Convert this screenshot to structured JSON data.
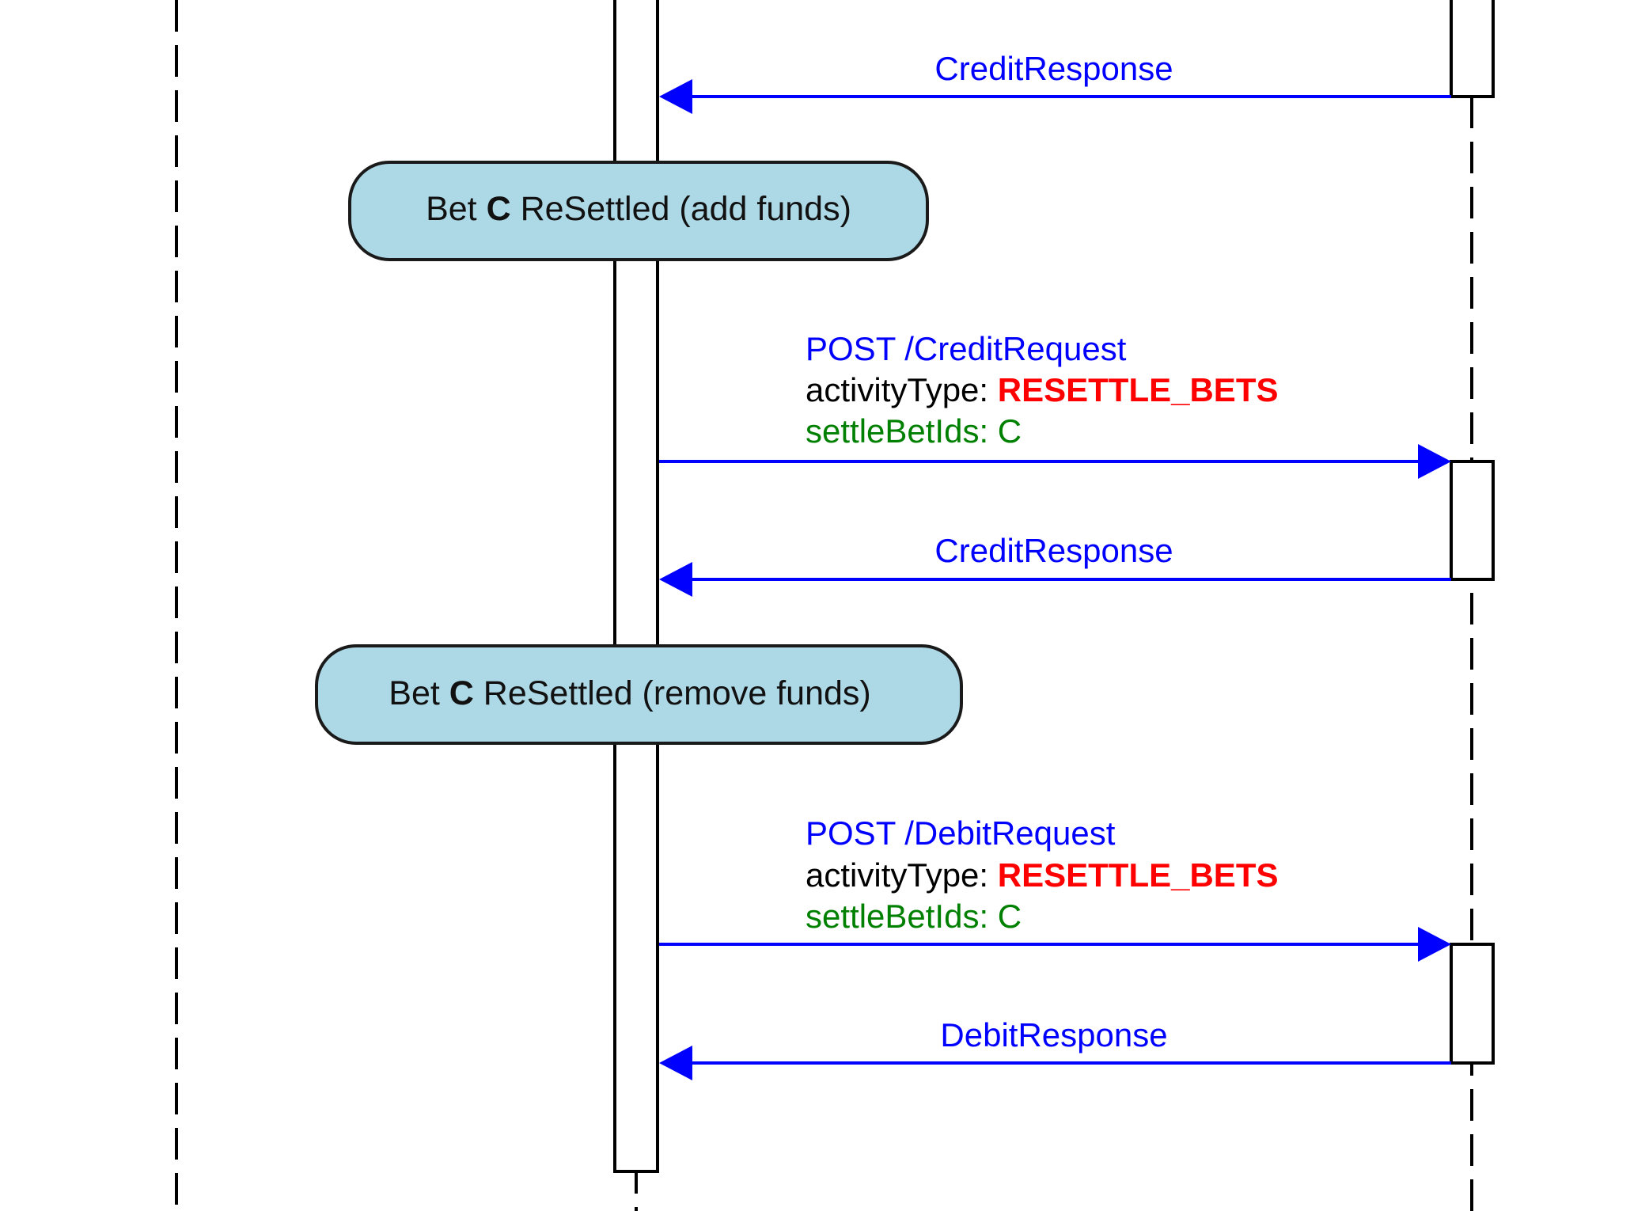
{
  "colors": {
    "message_blue": "#0000ff",
    "activity_red": "#ff0000",
    "bet_ids_green": "#008000",
    "note_fill": "#add8e6",
    "text_black": "#000000"
  },
  "participants": [
    {
      "id": "left",
      "name": ""
    },
    {
      "id": "middle",
      "name": ""
    },
    {
      "id": "right",
      "name": ""
    }
  ],
  "messages": [
    {
      "id": "m1",
      "from": "right",
      "to": "middle",
      "type": "response",
      "label": "CreditResponse"
    },
    {
      "id": "m2",
      "from": "middle",
      "to": "right",
      "type": "request",
      "method_line": "POST /CreditRequest",
      "activity_key": "activityType: ",
      "activity_value": "RESETTLE_BETS",
      "bet_ids_line": "settleBetIds: C"
    },
    {
      "id": "m3",
      "from": "right",
      "to": "middle",
      "type": "response",
      "label": "CreditResponse"
    },
    {
      "id": "m4",
      "from": "middle",
      "to": "right",
      "type": "request",
      "method_line": "POST /DebitRequest",
      "activity_key": "activityType: ",
      "activity_value": "RESETTLE_BETS",
      "bet_ids_line": "settleBetIds: C"
    },
    {
      "id": "m5",
      "from": "right",
      "to": "middle",
      "type": "response",
      "label": "DebitResponse"
    }
  ],
  "notes": [
    {
      "id": "n1",
      "prefix": "Bet ",
      "bold": "C",
      "suffix": " ReSettled (add funds)"
    },
    {
      "id": "n2",
      "prefix": "Bet ",
      "bold": "C",
      "suffix": " ReSettled (remove funds)"
    }
  ]
}
